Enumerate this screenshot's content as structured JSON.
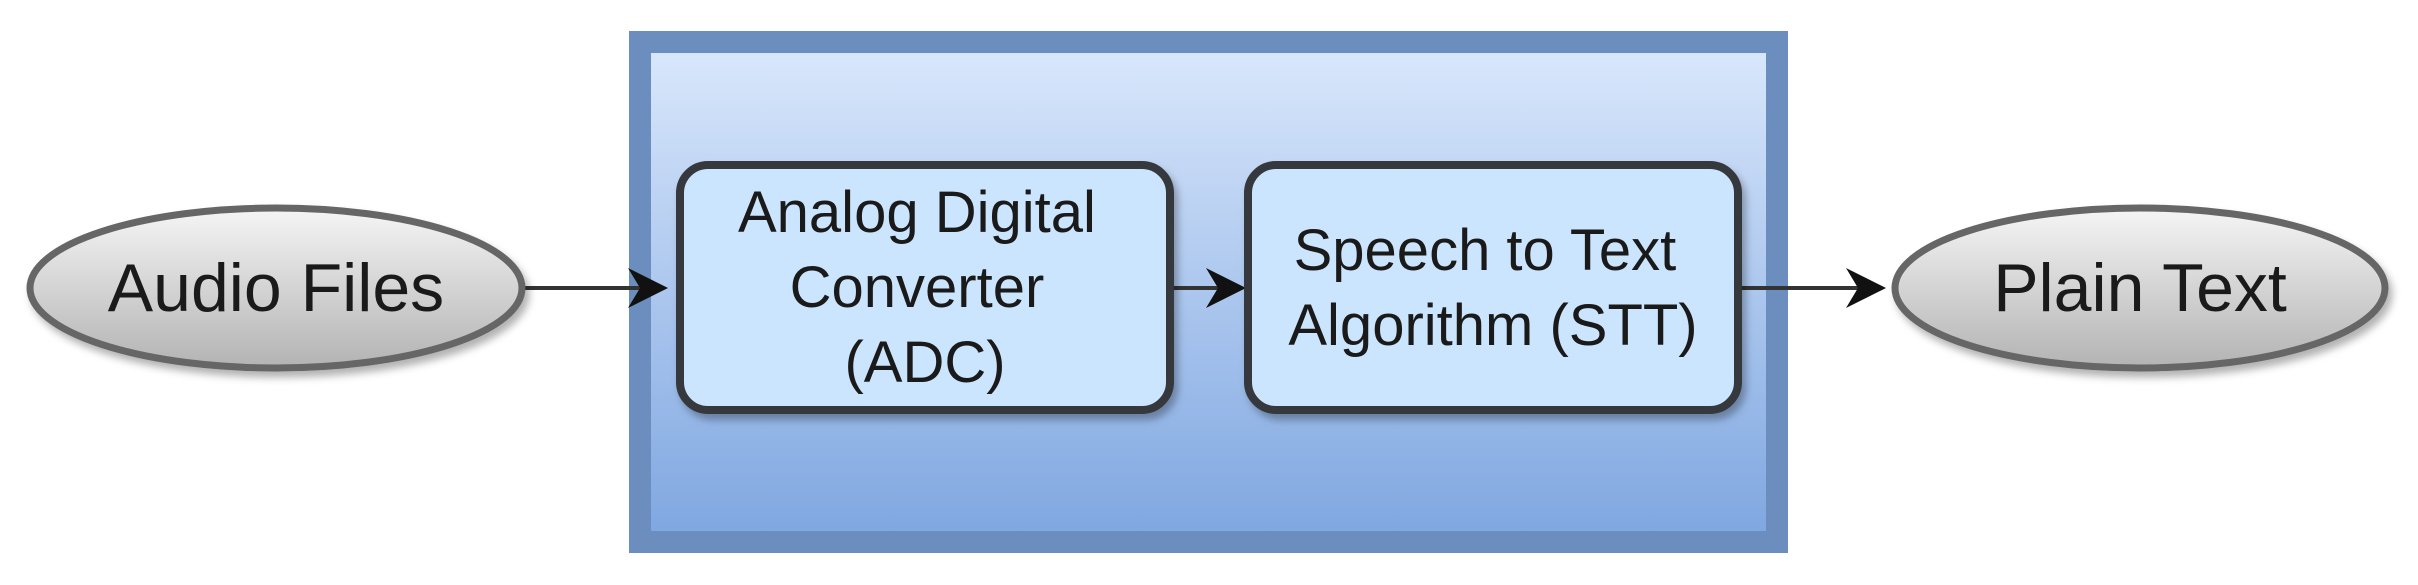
{
  "diagram": {
    "nodes": {
      "audio_files": {
        "label": "Audio Files"
      },
      "adc": {
        "lines": [
          "Analog Digital",
          "Converter",
          "(ADC)"
        ]
      },
      "stt": {
        "lines": [
          "Speech to Text",
          "Algorithm (STT)"
        ]
      },
      "plain_text": {
        "label": "Plain Text"
      }
    },
    "edges": [
      {
        "from": "audio_files",
        "to": "adc"
      },
      {
        "from": "adc",
        "to": "stt"
      },
      {
        "from": "stt",
        "to": "plain_text"
      }
    ],
    "colors": {
      "container_fill_top": "#dae8fc",
      "container_fill_bottom": "#7ea6e0",
      "container_border": "#6c8ebf",
      "box_fill": "#cce5ff",
      "box_border": "#36393d",
      "ellipse_fill_top": "#f5f5f5",
      "ellipse_fill_bottom": "#b3b3b3",
      "ellipse_border": "#666666",
      "edge_color": "#333333"
    }
  }
}
